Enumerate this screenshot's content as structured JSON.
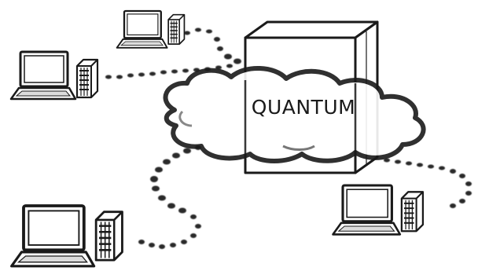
{
  "diagram": {
    "cloud_label": "QUANTUM",
    "colors": {
      "background": "#ffffff",
      "ink": "#1a1a1a",
      "screen": "#ffffff",
      "dots": "#2b2b2b"
    },
    "nodes": [
      {
        "name": "laptop-top",
        "kind": "laptop-with-tower"
      },
      {
        "name": "laptop-upper-left",
        "kind": "laptop-with-tower"
      },
      {
        "name": "laptop-bottom-left",
        "kind": "laptop-with-tower"
      },
      {
        "name": "laptop-bottom-right",
        "kind": "laptop-with-tower"
      }
    ],
    "central_node": {
      "name": "quantum-cloud-server",
      "kind": "cloud-with-box"
    }
  }
}
